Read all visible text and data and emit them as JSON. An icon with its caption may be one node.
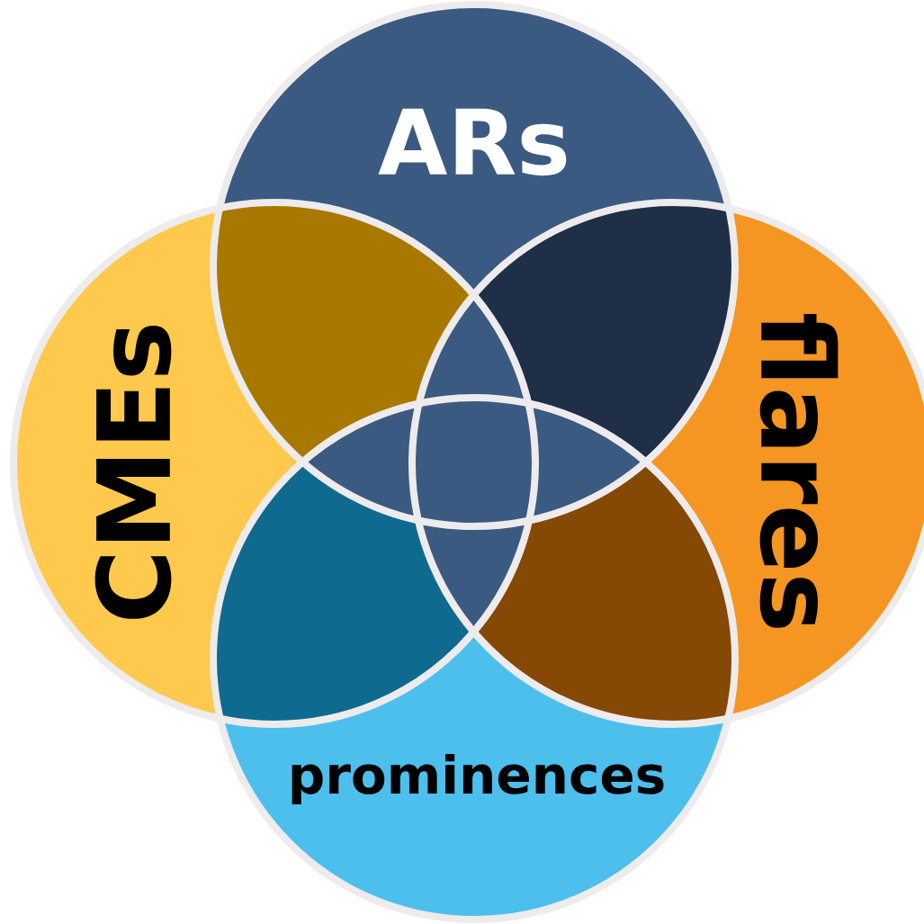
{
  "diagram": {
    "nodes": [
      {
        "text": [
          "ARs"
        ]
      },
      {
        "text": [
          "CMEs"
        ]
      },
      {
        "text": [
          "flares"
        ]
      },
      {
        "text": [
          "prominences"
        ]
      }
    ]
  }
}
